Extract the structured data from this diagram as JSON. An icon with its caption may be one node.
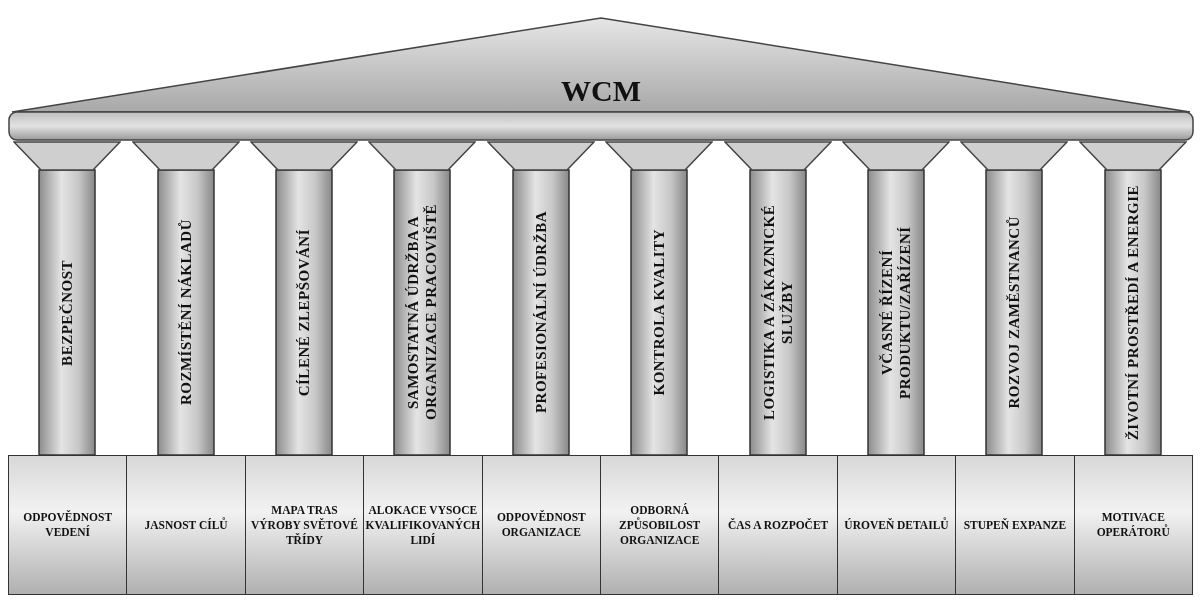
{
  "diagram": {
    "nodes": [
      {
        "text": [
          "WCM"
        ]
      },
      {
        "text": [
          "BEZPEČNOST"
        ]
      },
      {
        "text": [
          "ROZMÍSTĚNÍ NÁKLADŮ"
        ]
      },
      {
        "text": [
          "CÍLENÉ ZLEPŠOVÁNÍ"
        ]
      },
      {
        "text": [
          "SAMOSTATNÁ ÚDRŽBA A ORGANIZACE PRACOVIŠTĚ"
        ]
      },
      {
        "text": [
          "PROFESIONÁLNÍ ÚDRŽBA"
        ]
      },
      {
        "text": [
          "KONTROLA KVALITY"
        ]
      },
      {
        "text": [
          "LOGISTIKA A ZÁKAZNICKÉ SLUŽBY"
        ]
      },
      {
        "text": [
          "VČASNÉ ŘÍZENÍ PRODUKTU/ZAŘÍZENÍ"
        ]
      },
      {
        "text": [
          "ROZVOJ ZAMĚSTNANCŮ"
        ]
      },
      {
        "text": [
          "ŽIVOTNÍ PROSTŘEDÍ A ENERGIE"
        ]
      },
      {
        "text": [
          "ODPOVĚDNOST VEDENÍ"
        ]
      },
      {
        "text": [
          "JASNOST CÍLŮ"
        ]
      },
      {
        "text": [
          "MAPA TRAS VÝROBY SVĚTOVÉ TŘÍDY"
        ]
      },
      {
        "text": [
          "ALOKACE VYSOCE KVALIFIKOVANÝCH LIDÍ"
        ]
      },
      {
        "text": [
          "ODPOVĚDNOST ORGANIZACE"
        ]
      },
      {
        "text": [
          "ODBORNÁ ZPŮSOBILOST ORGANIZACE"
        ]
      },
      {
        "text": [
          "ČAS A ROZPOČET"
        ]
      },
      {
        "text": [
          "ÚROVEŇ DETAILŮ"
        ]
      },
      {
        "text": [
          "STUPEŇ EXPANZE"
        ]
      },
      {
        "text": [
          "MOTIVACE OPERÁTORŮ"
        ]
      }
    ]
  }
}
